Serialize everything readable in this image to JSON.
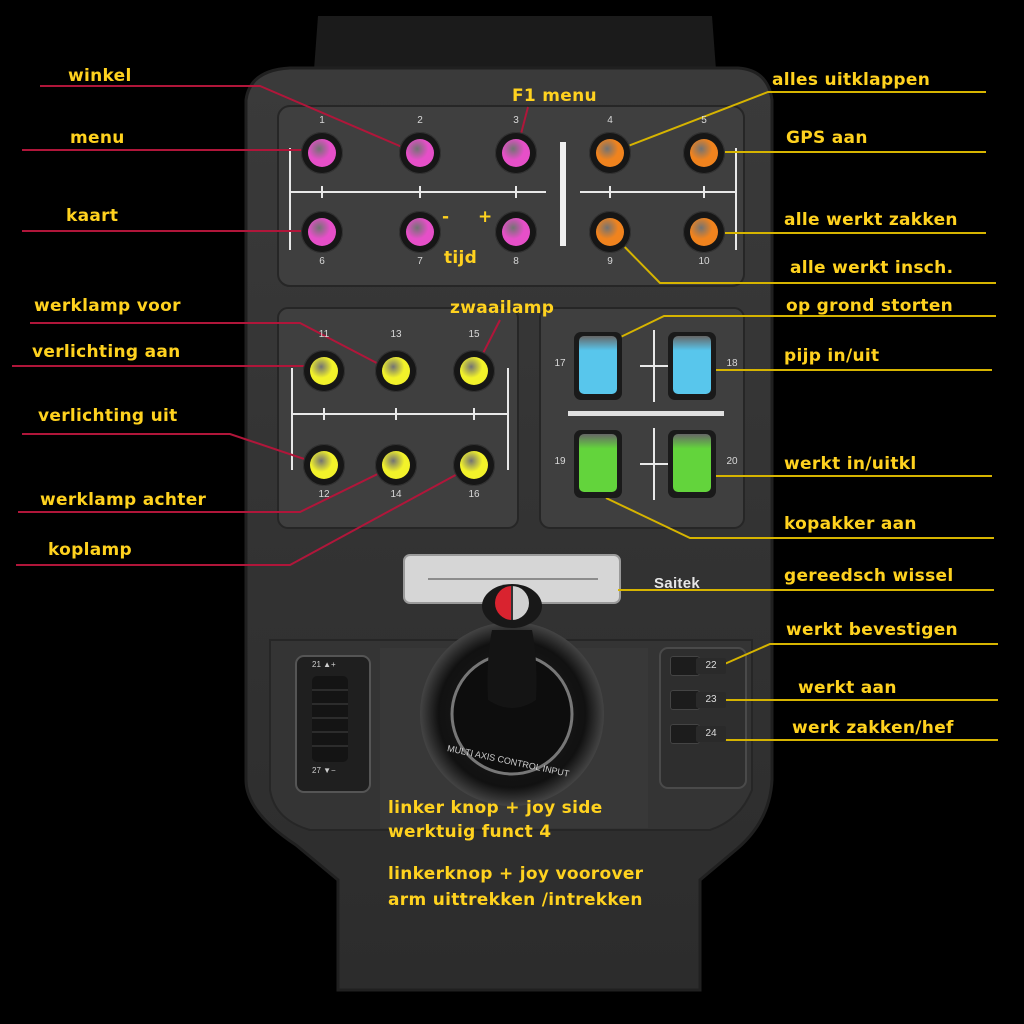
{
  "brand": "Saitek",
  "joystick_ring_text": "MULTI AXIS CONTROL INPUT",
  "throttle_top_label": "21 ▲+",
  "throttle_bottom_label": "27 ▼−",
  "colors": {
    "label": "#ffd21f",
    "line_red": "#b0163a",
    "line_yellow": "#d6b400",
    "magenta": "#e64fc8",
    "orange": "#f0831e",
    "yellow": "#f2f22a",
    "blue": "#58c6ec",
    "green": "#63d43c",
    "panel": "#3b3b3b"
  },
  "buttons": [
    {
      "num": "1",
      "color": "magenta"
    },
    {
      "num": "2",
      "color": "magenta"
    },
    {
      "num": "3",
      "color": "magenta"
    },
    {
      "num": "4",
      "color": "orange"
    },
    {
      "num": "5",
      "color": "orange"
    },
    {
      "num": "6",
      "color": "magenta"
    },
    {
      "num": "7",
      "color": "magenta"
    },
    {
      "num": "8",
      "color": "magenta"
    },
    {
      "num": "9",
      "color": "orange"
    },
    {
      "num": "10",
      "color": "orange"
    },
    {
      "num": "11",
      "color": "yellow"
    },
    {
      "num": "13",
      "color": "yellow"
    },
    {
      "num": "15",
      "color": "yellow"
    },
    {
      "num": "12",
      "color": "yellow"
    },
    {
      "num": "14",
      "color": "yellow"
    },
    {
      "num": "16",
      "color": "yellow"
    }
  ],
  "switches": [
    {
      "num": "17",
      "color": "blue"
    },
    {
      "num": "18",
      "color": "blue"
    },
    {
      "num": "19",
      "color": "green"
    },
    {
      "num": "20",
      "color": "green"
    }
  ],
  "rockers": [
    "22",
    "23",
    "24"
  ],
  "labels": {
    "winkel": "winkel",
    "menu": "menu",
    "kaart": "kaart",
    "f1_menu": "F1 menu",
    "minus": "-",
    "plus": "+",
    "tijd": "tijd",
    "alles_uitklappen": "alles uitklappen",
    "gps_aan": "GPS aan",
    "alle_werkt_zakken": "alle werkt zakken",
    "alle_werkt_insch": "alle werkt insch.",
    "werklamp_voor": "werklamp voor",
    "zwaailamp": "zwaailamp",
    "verlichting_aan": "verlichting aan",
    "verlichting_uit": "verlichting uit",
    "werklamp_achter": "werklamp achter",
    "koplamp": "koplamp",
    "op_grond_storten": "op grond storten",
    "pijp_in_uit": "pijp in/uit",
    "werkt_in_uitkl": "werkt in/uitkl",
    "kopakker_aan": "kopakker aan",
    "gereedsch_wissel": "gereedsch wissel",
    "werkt_bevestigen": "werkt bevestigen",
    "werkt_aan": "werkt aan",
    "werk_zakken_hef": "werk zakken/hef",
    "linker_knop_line1": "linker knop + joy side",
    "linker_knop_line2": "werktuig funct 4",
    "linkerknop_line1": "linkerknop + joy voorover",
    "linkerknop_line2": "arm uittrekken /intrekken"
  }
}
